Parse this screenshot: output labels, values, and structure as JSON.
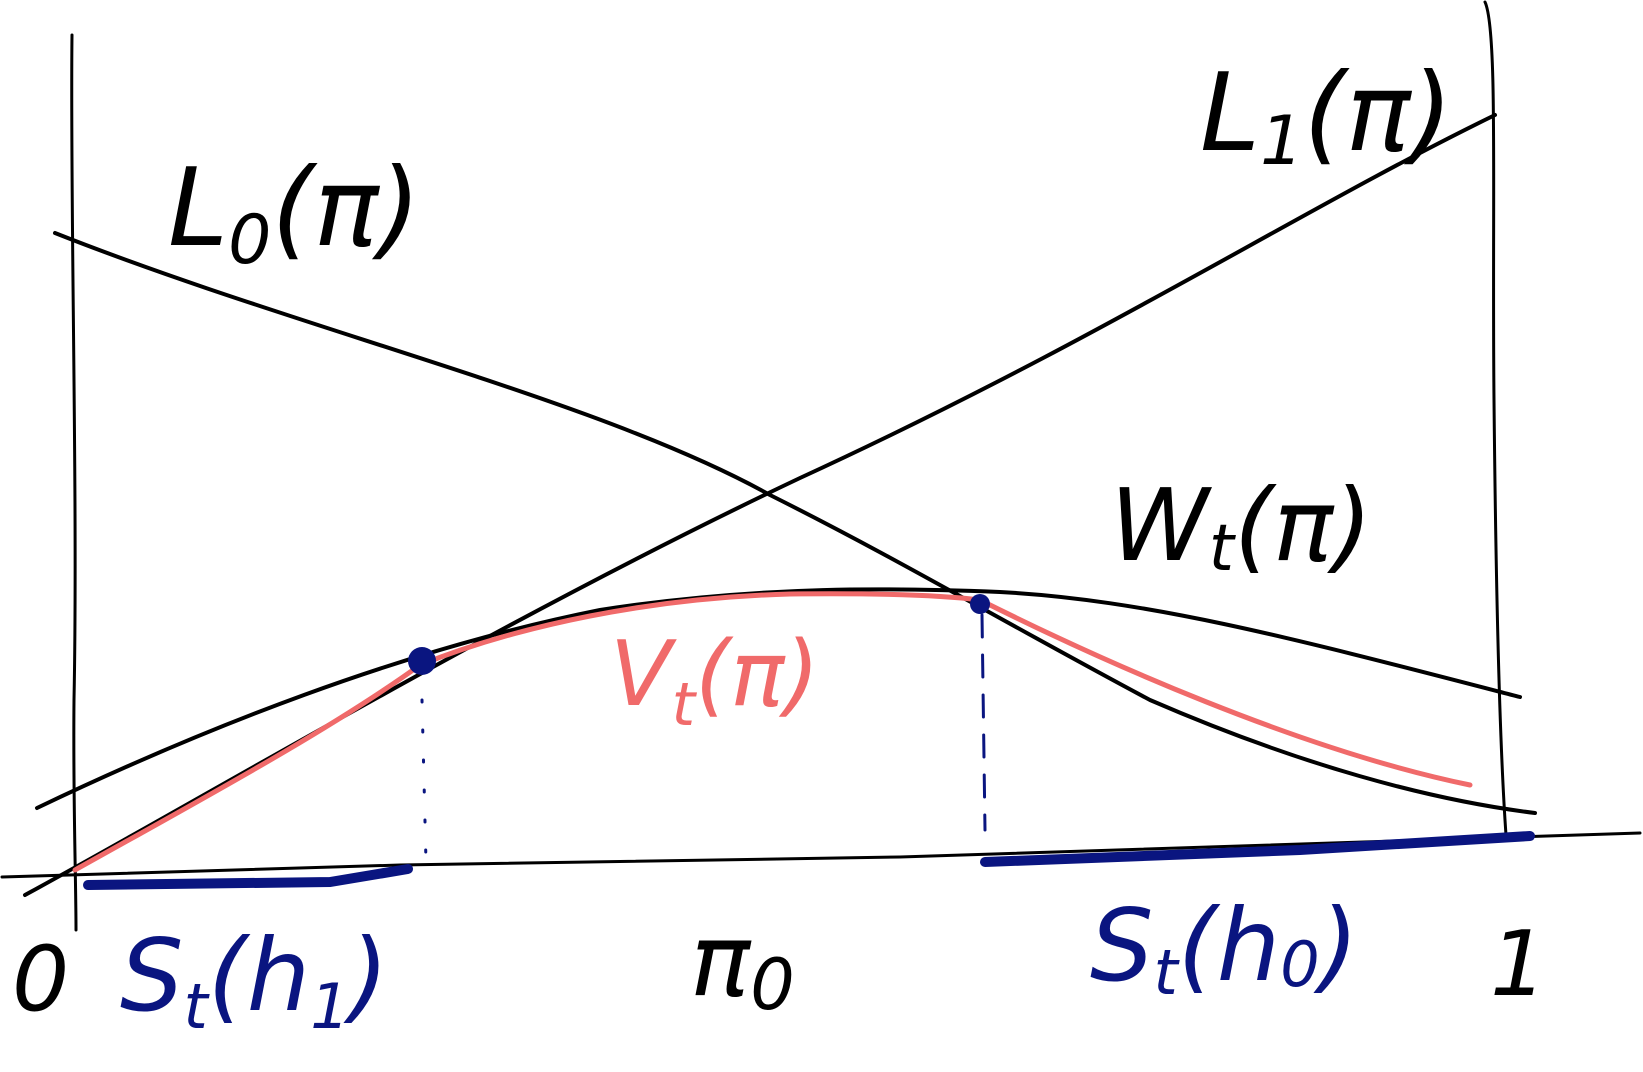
{
  "colors": {
    "ink": "#000000",
    "red": "#f06a6a",
    "blue": "#0a1580"
  },
  "labels": {
    "L1": {
      "main": "L",
      "sub": "1",
      "arg": "(π)"
    },
    "L0": {
      "main": "L",
      "sub": "0",
      "arg": "(π)"
    },
    "Wt": {
      "main": "W",
      "sub": "t",
      "arg": "(π)"
    },
    "Vt": {
      "main": "V",
      "sub": "t",
      "arg": "(π)"
    },
    "St_h1": {
      "main": "S",
      "sub": "t",
      "arg": "(h",
      "argsub": "1",
      "close": ")"
    },
    "St_h0": {
      "main": "S",
      "sub": "t",
      "arg": "(h",
      "argsub": "0",
      "close": ")"
    },
    "pi0": {
      "main": "π",
      "sub": "0"
    },
    "x0": "0",
    "x1": "1"
  }
}
